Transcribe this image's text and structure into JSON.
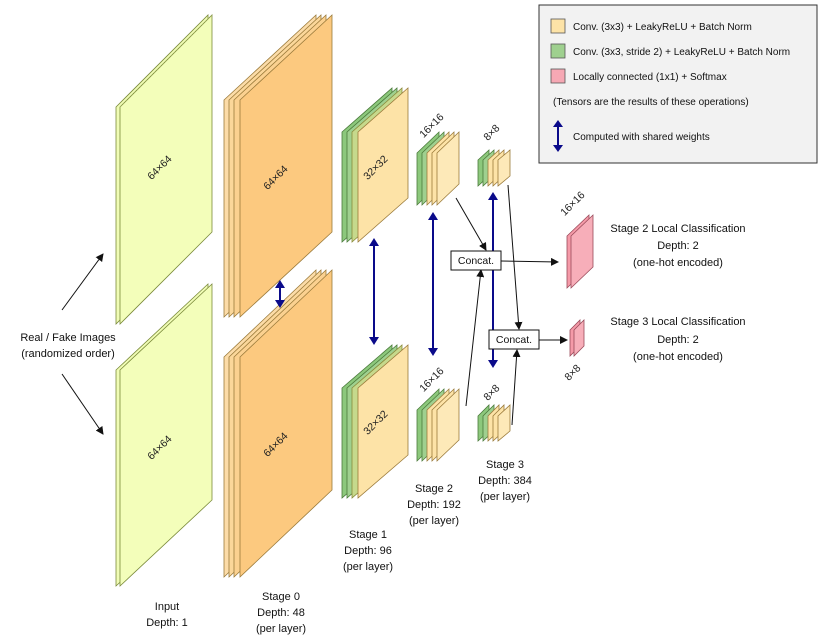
{
  "legend": {
    "item1": "Conv. (3x3) + LeakyReLU + Batch Norm",
    "item2": "Conv. (3x3, stride 2) + LeakyReLU + Batch Norm",
    "item3": "Locally connected (1x1) + Softmax",
    "note": "(Tensors are the results of these operations)",
    "shared": "Computed with shared weights",
    "color_conv": "#fde3a7",
    "color_stride": "#9fd08f",
    "color_local": "#f6a8b4"
  },
  "input_label": {
    "line1": "Real / Fake Images",
    "line2": "(randomized order)"
  },
  "dims": {
    "d64": "64×64",
    "d32": "32×32",
    "d16": "16×16",
    "d8": "8×8"
  },
  "stages": {
    "input": {
      "name": "Input",
      "depth": "Depth: 1"
    },
    "stage0": {
      "name": "Stage 0",
      "depth": "Depth: 48",
      "note": "(per layer)"
    },
    "stage1": {
      "name": "Stage 1",
      "depth": "Depth: 96",
      "note": "(per layer)"
    },
    "stage2": {
      "name": "Stage 2",
      "depth": "Depth: 192",
      "note": "(per layer)"
    },
    "stage3": {
      "name": "Stage 3",
      "depth": "Depth: 384",
      "note": "(per layer)"
    }
  },
  "concat": "Concat.",
  "outputs": {
    "s2": {
      "title": "Stage 2 Local Classification",
      "depth": "Depth: 2",
      "note": "(one-hot encoded)"
    },
    "s3": {
      "title": "Stage 3 Local Classification",
      "depth": "Depth: 2",
      "note": "(one-hot encoded)"
    }
  }
}
